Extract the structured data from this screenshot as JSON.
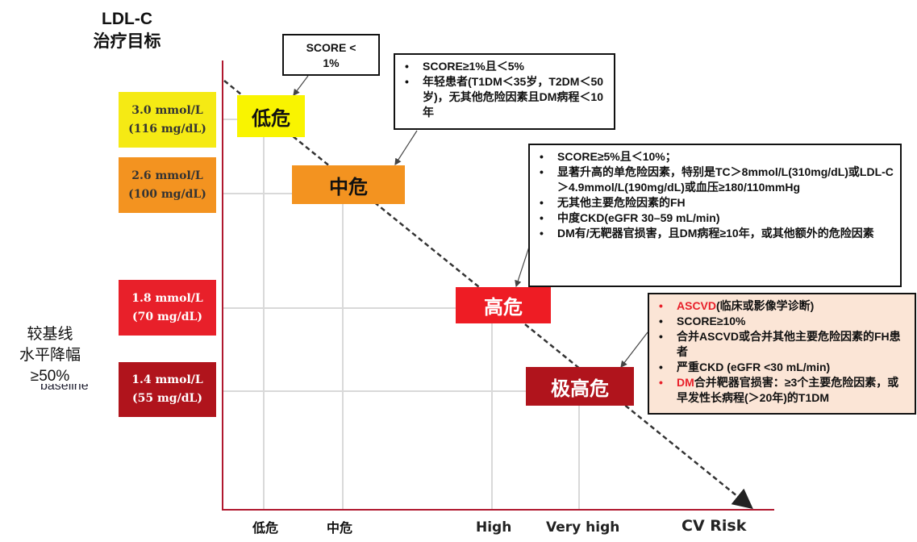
{
  "title": {
    "line1": "LDL-C",
    "line2": "治疗目标"
  },
  "targets": [
    {
      "mmol": "3.0 mmol/L",
      "mgdl": "(116 mg/dL)",
      "color": "#f5ea14"
    },
    {
      "mmol": "2.6 mmol/L",
      "mgdl": "(100 mg/dL)",
      "color": "#f39320"
    },
    {
      "mmol": "1.8 mmol/L",
      "mgdl": "(70 mg/dL)",
      "color": "#e8202a"
    },
    {
      "mmol": "1.4 mmol/L",
      "mgdl": "(55 mg/dL)",
      "color": "#b0141c"
    }
  ],
  "side_label": {
    "line1": "较基线",
    "line2": "水平降幅",
    "line3": "≥50%",
    "clipped": "baseline"
  },
  "risks": {
    "low": "低危",
    "moderate": "中危",
    "high": "高危",
    "very_high": "极高危"
  },
  "callouts": {
    "low": {
      "line1": "SCORE <",
      "line2": "1%"
    },
    "moderate": [
      "SCORE≥1%且＜5%",
      "年轻患者(T1DM＜35岁，T2DM＜50岁)，无其他危险因素且DM病程＜10年"
    ],
    "high": [
      "SCORE≥5%且＜10%；",
      "显著升高的单危险因素，特别是TC＞8mmol/L(310mg/dL)或LDL-C＞4.9mmol/L(190mg/dL)或血压≥180/110mmHg",
      "无其他主要危险因素的FH",
      "中度CKD(eGFR 30–59 mL/min)",
      "DM有/无靶器官损害，且DM病程≥10年，或其他额外的危险因素"
    ],
    "very_high": {
      "item1_red": "ASCVD",
      "item1_rest": "(临床或影像学诊断)",
      "item2": "SCORE≥10%",
      "item3": "合并ASCVD或合并其他主要危险因素的FH患者",
      "item4": "严重CKD (eGFR <30 mL/min)",
      "item5_red": "DM",
      "item5_rest": "合并靶器官损害：≥3个主要危险因素，或早发性长病程(＞20年)的T1DM"
    }
  },
  "x_ticks": {
    "low": "低危",
    "moderate": "中危",
    "high": "High",
    "very_high": "Very high",
    "axis": "CV Risk"
  },
  "colors": {
    "axis": "#b0182e",
    "grid": "#d9d9d9",
    "very_high_callout_bg": "#fbe5d6"
  }
}
